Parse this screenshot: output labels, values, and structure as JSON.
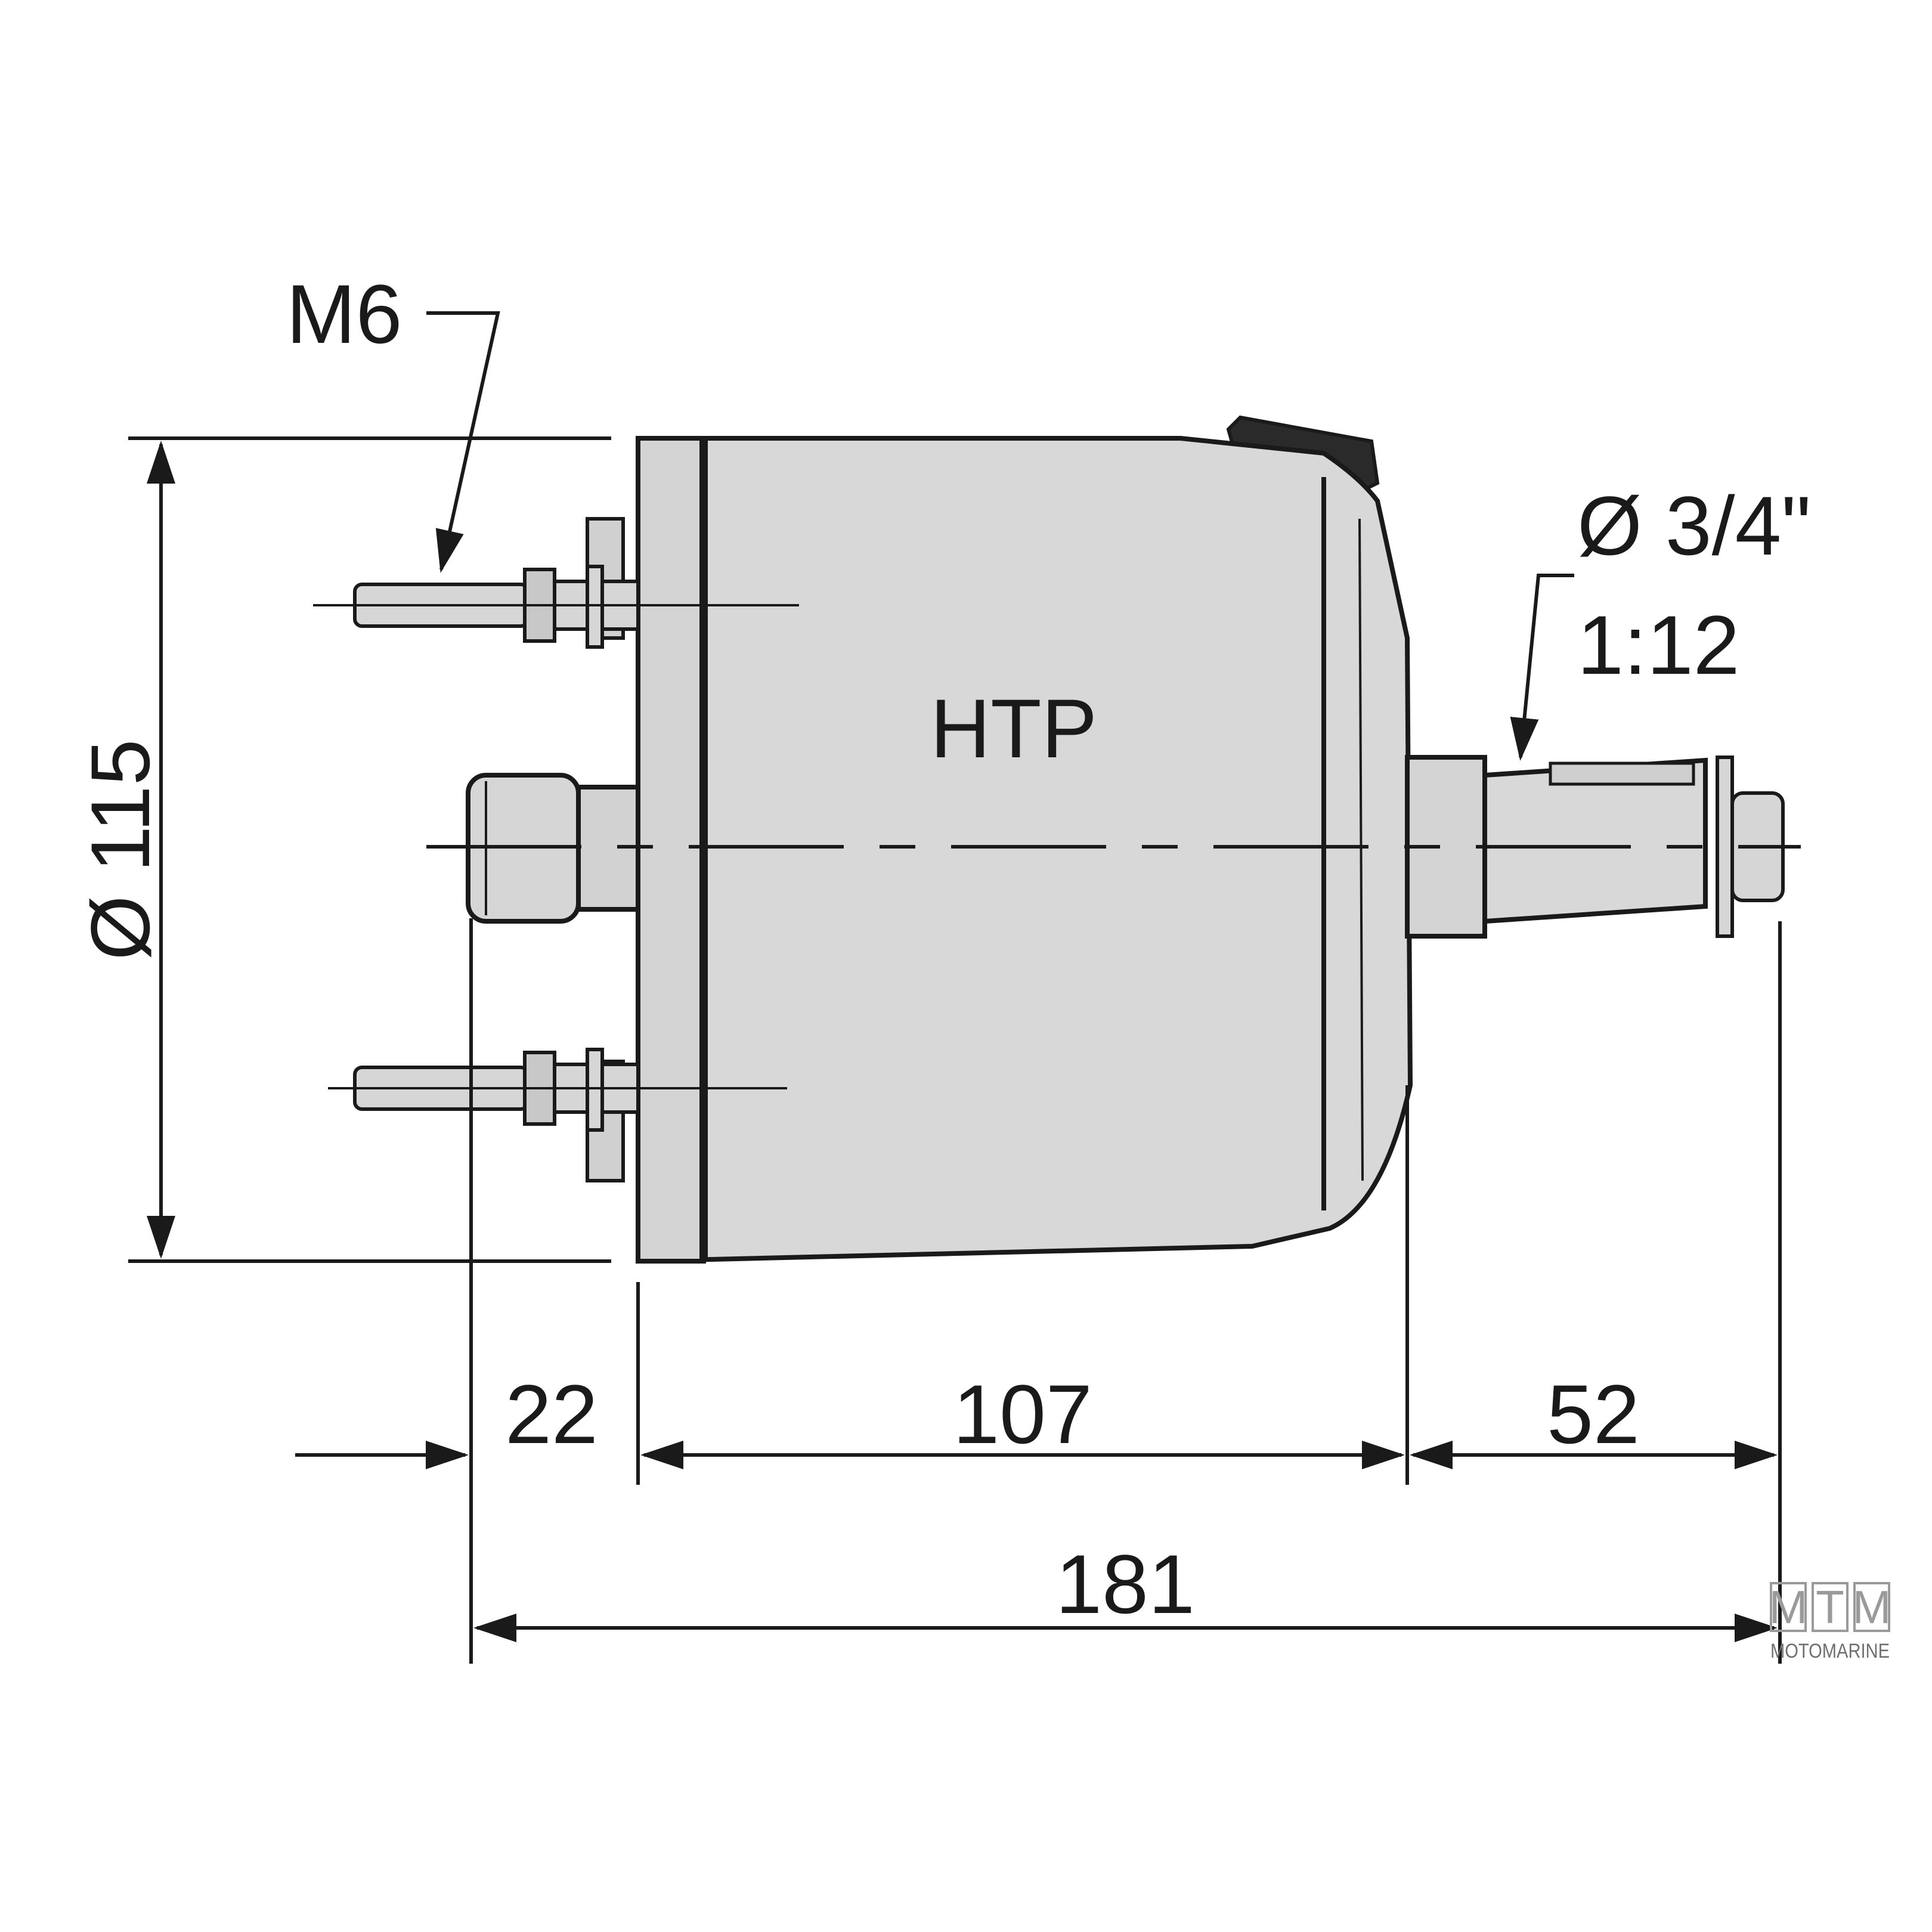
{
  "part": {
    "label": "HTP"
  },
  "annotations": {
    "thread": "M6",
    "shaft_diameter": "Ø 3/4\"",
    "taper": "1:12"
  },
  "dimensions": {
    "body_diameter": "Ø 115",
    "front_length": "22",
    "body_length": "107",
    "shaft_length": "52",
    "overall_length": "181"
  },
  "logo": {
    "letters": [
      "M",
      "T",
      "M"
    ],
    "name": "MOTOMARINE"
  },
  "colors": {
    "body_fill": "#d8d8d8",
    "stroke": "#1a1a1a",
    "background": "#ffffff"
  }
}
